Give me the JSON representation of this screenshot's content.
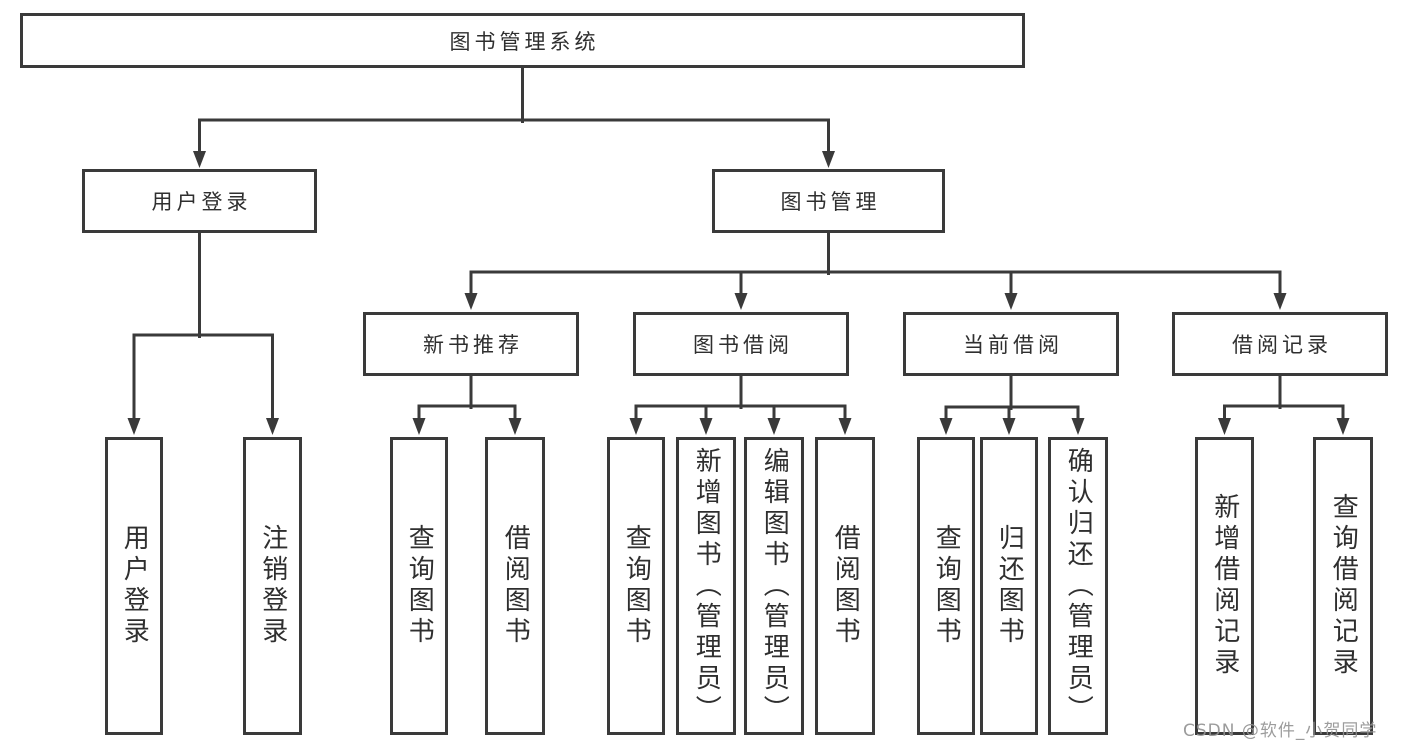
{
  "system": {
    "title": "图书管理系统",
    "branches": [
      {
        "label": "用户登录",
        "children": [
          {
            "label": "用户登录"
          },
          {
            "label": "注销登录"
          }
        ]
      },
      {
        "label": "图书管理",
        "children": [
          {
            "label": "新书推荐",
            "children": [
              {
                "label": "查询图书"
              },
              {
                "label": "借阅图书"
              }
            ]
          },
          {
            "label": "图书借阅",
            "children": [
              {
                "label": "查询图书"
              },
              {
                "label": "新增图书（管理员）"
              },
              {
                "label": "编辑图书（管理员）"
              },
              {
                "label": "借阅图书"
              }
            ]
          },
          {
            "label": "当前借阅",
            "children": [
              {
                "label": "查询图书"
              },
              {
                "label": "归还图书"
              },
              {
                "label": "确认归还（管理员）"
              }
            ]
          },
          {
            "label": "借阅记录",
            "children": [
              {
                "label": "新增借阅记录"
              },
              {
                "label": "查询借阅记录"
              }
            ]
          }
        ]
      }
    ]
  },
  "watermark": {
    "text": "CSDN @软件_小贺同学",
    "color": "#949494"
  },
  "colors": {
    "line": "#3a3a3a",
    "text": "#2f2f2f",
    "background": "#ffffff"
  }
}
